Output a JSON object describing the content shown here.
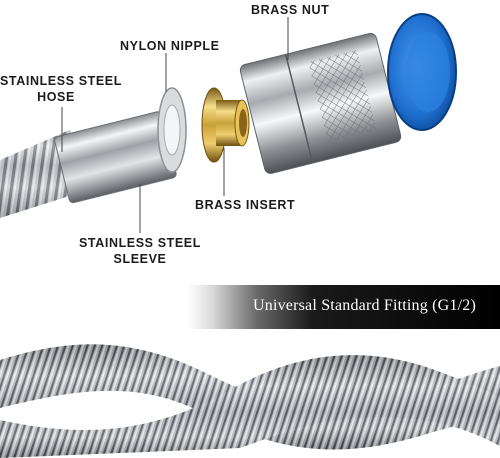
{
  "callouts": {
    "brass_nut": "BRASS NUT",
    "nylon_nipple": "NYLON NIPPLE",
    "hose_line1": "STAINLESS STEEL",
    "hose_line2": "HOSE",
    "brass_insert": "BRASS INSERT",
    "sleeve_line1": "STAINLESS STEEL",
    "sleeve_line2": "SLEEVE"
  },
  "banner": {
    "text": "Universal Standard Fitting (G1/2)"
  },
  "colors": {
    "nut_cap_blue": "#1e6fd0",
    "brass": "#c9a13a",
    "steel": "#b9bcc1",
    "banner_bg": "#000000"
  }
}
